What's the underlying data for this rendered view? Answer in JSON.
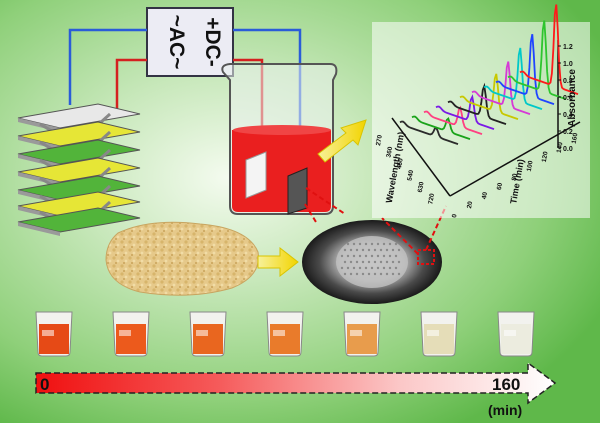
{
  "power_supply": {
    "dc_label": "+DC-",
    "ac_label": "~AC~"
  },
  "timeline": {
    "start": "0",
    "end": "160",
    "unit": "(min)"
  },
  "beaker_series": {
    "count": 7,
    "colors": [
      "#e64a16",
      "#ec5a1c",
      "#e9661f",
      "#e97b2b",
      "#e89c4c",
      "#e5ddb8",
      "#ececdf"
    ]
  },
  "chart_data": {
    "type": "line",
    "title": "",
    "xlabel": "Wavelength (nm)",
    "ylabel": "Absorbance",
    "zlabel": "Time (min)",
    "x_ticks": [
      "270",
      "360",
      "450",
      "540",
      "630",
      "720"
    ],
    "z_ticks": [
      "0",
      "20",
      "40",
      "60",
      "80",
      "100",
      "120",
      "140",
      "160"
    ],
    "y_ticks": [
      "0.0",
      "0.2",
      "0.4",
      "0.6",
      "0.8",
      "1.0",
      "1.2"
    ],
    "ylim": [
      0,
      1.2
    ],
    "series_colors": [
      "#ff1a1a",
      "#2ec52e",
      "#1f44ff",
      "#00c8c8",
      "#d63ad6",
      "#c8c800",
      "#222222",
      "#7a1ae6",
      "#ff4081",
      "#1aa31a",
      "#2b2b2b"
    ],
    "peak_absorbance": [
      1.15,
      0.98,
      0.86,
      0.74,
      0.62,
      0.52,
      0.42,
      0.34,
      0.26,
      0.18,
      0.12
    ]
  }
}
